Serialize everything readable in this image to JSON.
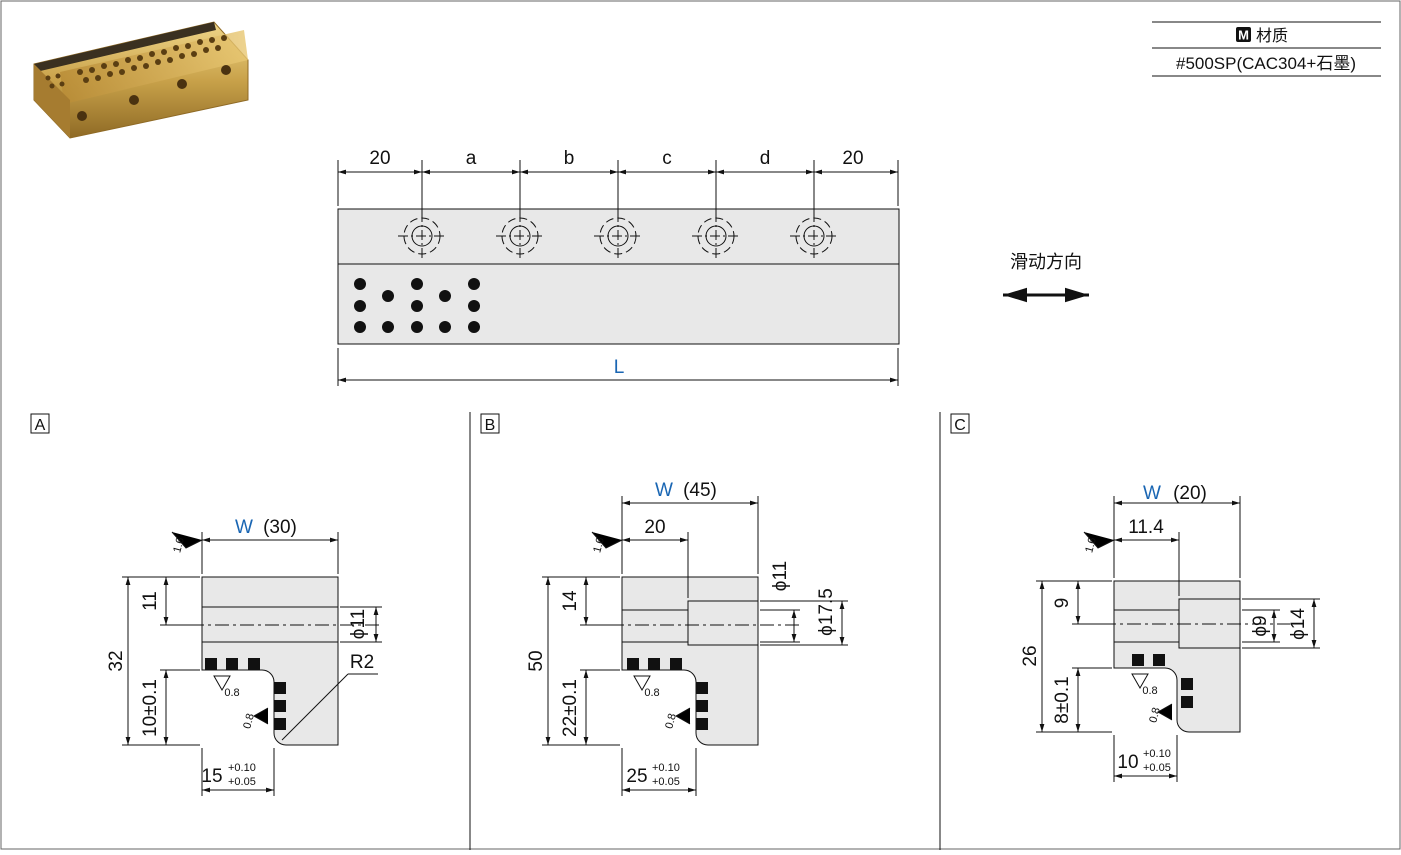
{
  "material": {
    "badge": "M",
    "title": "材质",
    "value": "#500SP(CAC304+石墨)"
  },
  "top_view": {
    "dims_top": [
      "20",
      "a",
      "b",
      "c",
      "d",
      "20"
    ],
    "length_label": "L",
    "direction_label": "滑动方向"
  },
  "sections": [
    {
      "tag": "A",
      "w_label": "W",
      "w_value": "(30)",
      "height": "32",
      "top_offset": "11",
      "hole_dia": "ϕ11",
      "lower_h": "10±0.1",
      "radius": "R2",
      "slot_w": "15",
      "tol_plus": "+0.10",
      "tol_minus": "+0.05",
      "rough_top": "1.6",
      "rough_a": "0.8",
      "rough_b": "0.8"
    },
    {
      "tag": "B",
      "w_label": "W",
      "w_value": "(45)",
      "height": "50",
      "top_offset": "14",
      "sub_w": "20",
      "hole_dia": "ϕ11",
      "cb_dia": "ϕ17.5",
      "lower_h": "22±0.1",
      "slot_w": "25",
      "tol_plus": "+0.10",
      "tol_minus": "+0.05",
      "rough_top": "1.6",
      "rough_a": "0.8",
      "rough_b": "0.8"
    },
    {
      "tag": "C",
      "w_label": "W",
      "w_value": "(20)",
      "height": "26",
      "top_offset": "9",
      "sub_w": "11.4",
      "hole_dia": "ϕ9",
      "cb_dia": "ϕ14",
      "lower_h": "8±0.1",
      "slot_w": "10",
      "tol_plus": "+0.10",
      "tol_minus": "+0.05",
      "rough_top": "1.6",
      "rough_a": "0.8",
      "rough_b": "0.8"
    }
  ],
  "colors": {
    "part_fill": "#e8e8e8",
    "dim_blue": "#1a66b3",
    "bronze": "#c9a24a"
  }
}
